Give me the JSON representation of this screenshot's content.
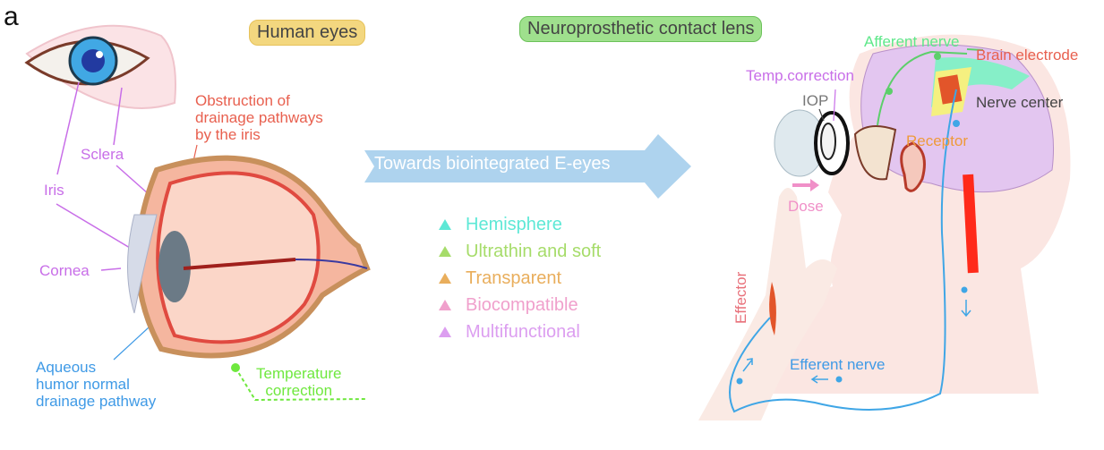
{
  "panel_letter": "a",
  "headers": {
    "left": "Human eyes",
    "right": "Neuroprosthetic contact lens"
  },
  "transition_arrow": "Towards biointegrated E-eyes",
  "eye_labels": {
    "obstruction": [
      "Obstruction of",
      "drainage pathways",
      "by the iris"
    ],
    "sclera": "Sclera",
    "iris": "Iris",
    "cornea": "Cornea",
    "aqueous": [
      "Aqueous",
      "humor normal",
      "drainage pathway"
    ],
    "temperature": [
      "Temperature",
      "correction"
    ]
  },
  "features": [
    {
      "label": "Hemisphere",
      "color": "#5ee8d6"
    },
    {
      "label": "Ultrathin and soft",
      "color": "#a6dc6a"
    },
    {
      "label": "Transparent",
      "color": "#e9ae5c"
    },
    {
      "label": "Biocompatible",
      "color": "#f0a0cc"
    },
    {
      "label": "Multifunctional",
      "color": "#dc9ef0"
    }
  ],
  "head_labels": {
    "afferent": "Afferent nerve",
    "brain_electrode": "Brain electrode",
    "temp_correction": "Temp.correction",
    "iop": "IOP",
    "nerve_center": "Nerve center",
    "receptor": "Receptor",
    "dose": "Dose",
    "effector": "Effector",
    "efferent": "Efferent nerve"
  },
  "colors": {
    "arrow": "#aed3ee",
    "brain": "#e3c6f0",
    "skin": "#fbe6e2",
    "nerve_blue": "#3fa6e6",
    "nerve_green": "#5ccf6a"
  }
}
